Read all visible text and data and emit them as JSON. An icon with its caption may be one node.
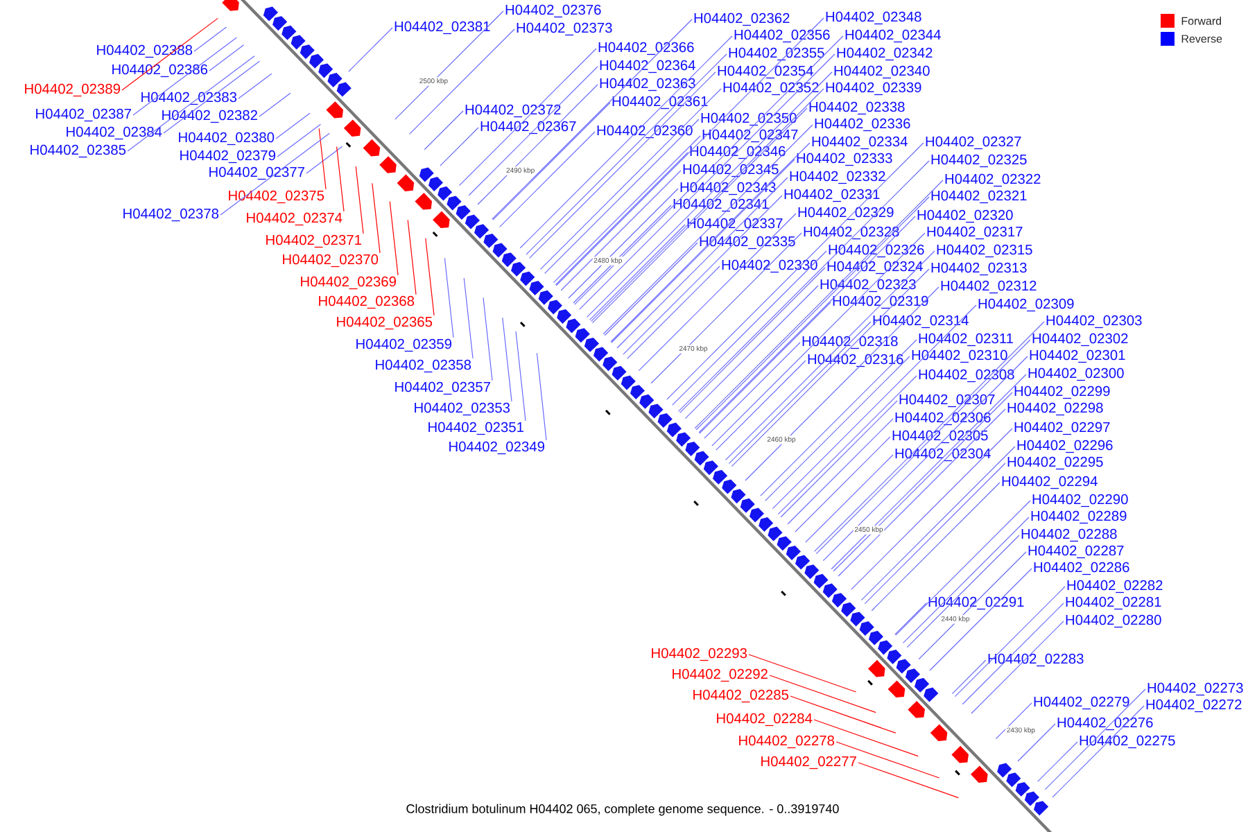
{
  "diagram": {
    "caption": "Clostridium botulinum H04402 065, complete genome sequence. - 0..3919740",
    "nodes": [
      {
        "text": [
          "H04402_02388"
        ]
      },
      {
        "text": [
          "H04402_02386"
        ]
      },
      {
        "text": [
          "H04402_02389"
        ]
      },
      {
        "text": [
          "H04402_02383"
        ]
      },
      {
        "text": [
          "H04402_02387"
        ]
      },
      {
        "text": [
          "H04402_02382"
        ]
      },
      {
        "text": [
          "H04402_02384"
        ]
      },
      {
        "text": [
          "H04402_02380"
        ]
      },
      {
        "text": [
          "H04402_02385"
        ]
      },
      {
        "text": [
          "H04402_02379"
        ]
      },
      {
        "text": [
          "H04402_02377"
        ]
      },
      {
        "text": [
          "H04402_02375"
        ]
      },
      {
        "text": [
          "H04402_02378"
        ]
      },
      {
        "text": [
          "H04402_02374"
        ]
      },
      {
        "text": [
          "H04402_02371"
        ]
      },
      {
        "text": [
          "H04402_02370"
        ]
      },
      {
        "text": [
          "H04402_02369"
        ]
      },
      {
        "text": [
          "H04402_02368"
        ]
      },
      {
        "text": [
          "H04402_02365"
        ]
      },
      {
        "text": [
          "H04402_02359"
        ]
      },
      {
        "text": [
          "H04402_02358"
        ]
      },
      {
        "text": [
          "H04402_02357"
        ]
      },
      {
        "text": [
          "H04402_02353"
        ]
      },
      {
        "text": [
          "H04402_02351"
        ]
      },
      {
        "text": [
          "H04402_02349"
        ]
      },
      {
        "text": [
          "H04402_02376"
        ]
      },
      {
        "text": [
          "H04402_02381"
        ]
      },
      {
        "text": [
          "H04402_02373"
        ]
      },
      {
        "text": [
          "H04402_02362"
        ]
      },
      {
        "text": [
          "H04402_02348"
        ]
      },
      {
        "text": [
          "H04402_02356"
        ]
      },
      {
        "text": [
          "H04402_02344"
        ]
      },
      {
        "text": [
          "H04402_02366"
        ]
      },
      {
        "text": [
          "H04402_02355"
        ]
      },
      {
        "text": [
          "H04402_02342"
        ]
      },
      {
        "text": [
          "H04402_02364"
        ]
      },
      {
        "text": [
          "H04402_02354"
        ]
      },
      {
        "text": [
          "H04402_02340"
        ]
      },
      {
        "text": [
          "H04402_02363"
        ]
      },
      {
        "text": [
          "H04402_02352"
        ]
      },
      {
        "text": [
          "H04402_02339"
        ]
      },
      {
        "text": [
          "H04402_02361"
        ]
      },
      {
        "text": [
          "H04402_02372"
        ]
      },
      {
        "text": [
          "H04402_02338"
        ]
      },
      {
        "text": [
          "H04402_02350"
        ]
      },
      {
        "text": [
          "H04402_02336"
        ]
      },
      {
        "text": [
          "H04402_02367"
        ]
      },
      {
        "text": [
          "H04402_02360"
        ]
      },
      {
        "text": [
          "H04402_02347"
        ]
      },
      {
        "text": [
          "H04402_02334"
        ]
      },
      {
        "text": [
          "H04402_02327"
        ]
      },
      {
        "text": [
          "H04402_02346"
        ]
      },
      {
        "text": [
          "H04402_02333"
        ]
      },
      {
        "text": [
          "H04402_02325"
        ]
      },
      {
        "text": [
          "H04402_02345"
        ]
      },
      {
        "text": [
          "H04402_02332"
        ]
      },
      {
        "text": [
          "H04402_02322"
        ]
      },
      {
        "text": [
          "H04402_02343"
        ]
      },
      {
        "text": [
          "H04402_02331"
        ]
      },
      {
        "text": [
          "H04402_02321"
        ]
      },
      {
        "text": [
          "H04402_02341"
        ]
      },
      {
        "text": [
          "H04402_02329"
        ]
      },
      {
        "text": [
          "H04402_02320"
        ]
      },
      {
        "text": [
          "H04402_02337"
        ]
      },
      {
        "text": [
          "H04402_02328"
        ]
      },
      {
        "text": [
          "H04402_02317"
        ]
      },
      {
        "text": [
          "H04402_02335"
        ]
      },
      {
        "text": [
          "H04402_02326"
        ]
      },
      {
        "text": [
          "H04402_02315"
        ]
      },
      {
        "text": [
          "H04402_02330"
        ]
      },
      {
        "text": [
          "H04402_02324"
        ]
      },
      {
        "text": [
          "H04402_02313"
        ]
      },
      {
        "text": [
          "H04402_02323"
        ]
      },
      {
        "text": [
          "H04402_02312"
        ]
      },
      {
        "text": [
          "H04402_02319"
        ]
      },
      {
        "text": [
          "H04402_02309"
        ]
      },
      {
        "text": [
          "H04402_02314"
        ]
      },
      {
        "text": [
          "H04402_02303"
        ]
      },
      {
        "text": [
          "H04402_02311"
        ]
      },
      {
        "text": [
          "H04402_02302"
        ]
      },
      {
        "text": [
          "H04402_02318"
        ]
      },
      {
        "text": [
          "H04402_02310"
        ]
      },
      {
        "text": [
          "H04402_02301"
        ]
      },
      {
        "text": [
          "H04402_02316"
        ]
      },
      {
        "text": [
          "H04402_02308"
        ]
      },
      {
        "text": [
          "H04402_02300"
        ]
      },
      {
        "text": [
          "H04402_02299"
        ]
      },
      {
        "text": [
          "H04402_02307"
        ]
      },
      {
        "text": [
          "H04402_02298"
        ]
      },
      {
        "text": [
          "H04402_02306"
        ]
      },
      {
        "text": [
          "H04402_02297"
        ]
      },
      {
        "text": [
          "H04402_02305"
        ]
      },
      {
        "text": [
          "H04402_02296"
        ]
      },
      {
        "text": [
          "H04402_02304"
        ]
      },
      {
        "text": [
          "H04402_02295"
        ]
      },
      {
        "text": [
          "H04402_02294"
        ]
      },
      {
        "text": [
          "H04402_02290"
        ]
      },
      {
        "text": [
          "H04402_02289"
        ]
      },
      {
        "text": [
          "H04402_02288"
        ]
      },
      {
        "text": [
          "H04402_02287"
        ]
      },
      {
        "text": [
          "H04402_02286"
        ]
      },
      {
        "text": [
          "H04402_02282"
        ]
      },
      {
        "text": [
          "H04402_02281"
        ]
      },
      {
        "text": [
          "H04402_02291"
        ]
      },
      {
        "text": [
          "H04402_02280"
        ]
      },
      {
        "text": [
          "H04402_02283"
        ]
      },
      {
        "text": [
          "H04402_02273"
        ]
      },
      {
        "text": [
          "H04402_02279"
        ]
      },
      {
        "text": [
          "H04402_02272"
        ]
      },
      {
        "text": [
          "H04402_02276"
        ]
      },
      {
        "text": [
          "H04402_02275"
        ]
      },
      {
        "text": [
          "H04402_02293"
        ]
      },
      {
        "text": [
          "H04402_02292"
        ]
      },
      {
        "text": [
          "H04402_02285"
        ]
      },
      {
        "text": [
          "H04402_02284"
        ]
      },
      {
        "text": [
          "H04402_02278"
        ]
      },
      {
        "text": [
          "H04402_02277"
        ]
      }
    ],
    "edges": [
      {
        "from": 0,
        "to": null,
        "arrow": "none"
      },
      {
        "from": 1,
        "to": null,
        "arrow": "none"
      },
      {
        "from": 2,
        "to": null,
        "arrow": "none",
        "color": "#ff0000"
      },
      {
        "from": 3,
        "to": null,
        "arrow": "none"
      },
      {
        "from": 4,
        "to": null,
        "arrow": "none"
      },
      {
        "from": 5,
        "to": null,
        "arrow": "none"
      },
      {
        "from": 6,
        "to": null,
        "arrow": "none"
      },
      {
        "from": 7,
        "to": null,
        "arrow": "none"
      },
      {
        "from": 8,
        "to": null,
        "arrow": "none"
      },
      {
        "from": 9,
        "to": null,
        "arrow": "none"
      },
      {
        "from": 10,
        "to": null,
        "arrow": "none"
      },
      {
        "from": 11,
        "to": null,
        "arrow": "none",
        "color": "#ff0000"
      },
      {
        "from": 12,
        "to": null,
        "arrow": "none"
      },
      {
        "from": 13,
        "to": null,
        "arrow": "none",
        "color": "#ff0000"
      },
      {
        "from": 14,
        "to": null,
        "arrow": "none",
        "color": "#ff0000"
      },
      {
        "from": 15,
        "to": null,
        "arrow": "none",
        "color": "#ff0000"
      },
      {
        "from": 16,
        "to": null,
        "arrow": "none",
        "color": "#ff0000"
      },
      {
        "from": 17,
        "to": null,
        "arrow": "none",
        "color": "#ff0000"
      },
      {
        "from": 18,
        "to": null,
        "arrow": "none",
        "color": "#ff0000"
      },
      {
        "from": 19,
        "to": null,
        "arrow": "none"
      },
      {
        "from": 20,
        "to": null,
        "arrow": "none"
      },
      {
        "from": 21,
        "to": null,
        "arrow": "none"
      },
      {
        "from": 22,
        "to": null,
        "arrow": "none"
      },
      {
        "from": 23,
        "to": null,
        "arrow": "none"
      },
      {
        "from": 24,
        "to": null,
        "arrow": "none"
      },
      {
        "from": 25,
        "to": null,
        "arrow": "none"
      },
      {
        "from": 26,
        "to": null,
        "arrow": "none"
      },
      {
        "from": 27,
        "to": null,
        "arrow": "none"
      },
      {
        "from": 28,
        "to": null,
        "arrow": "none"
      },
      {
        "from": 29,
        "to": null,
        "arrow": "none"
      },
      {
        "from": 30,
        "to": null,
        "arrow": "none"
      },
      {
        "from": 31,
        "to": null,
        "arrow": "none"
      },
      {
        "from": 32,
        "to": null,
        "arrow": "none"
      },
      {
        "from": 33,
        "to": null,
        "arrow": "none"
      },
      {
        "from": 34,
        "to": null,
        "arrow": "none"
      },
      {
        "from": 35,
        "to": null,
        "arrow": "none"
      },
      {
        "from": 36,
        "to": null,
        "arrow": "none"
      },
      {
        "from": 37,
        "to": null,
        "arrow": "none"
      },
      {
        "from": 38,
        "to": null,
        "arrow": "none"
      },
      {
        "from": 39,
        "to": null,
        "arrow": "none"
      },
      {
        "from": 40,
        "to": null,
        "arrow": "none"
      },
      {
        "from": 41,
        "to": null,
        "arrow": "none"
      },
      {
        "from": 42,
        "to": null,
        "arrow": "none"
      },
      {
        "from": 43,
        "to": null,
        "arrow": "none"
      },
      {
        "from": 44,
        "to": null,
        "arrow": "none"
      },
      {
        "from": 45,
        "to": null,
        "arrow": "none"
      },
      {
        "from": 46,
        "to": null,
        "arrow": "none"
      },
      {
        "from": 47,
        "to": null,
        "arrow": "none"
      },
      {
        "from": 48,
        "to": null,
        "arrow": "none"
      },
      {
        "from": 49,
        "to": null,
        "arrow": "none"
      },
      {
        "from": 50,
        "to": null,
        "arrow": "none"
      },
      {
        "from": 51,
        "to": null,
        "arrow": "none"
      },
      {
        "from": 52,
        "to": null,
        "arrow": "none"
      },
      {
        "from": 53,
        "to": null,
        "arrow": "none"
      },
      {
        "from": 54,
        "to": null,
        "arrow": "none"
      },
      {
        "from": 55,
        "to": null,
        "arrow": "none"
      },
      {
        "from": 56,
        "to": null,
        "arrow": "none"
      },
      {
        "from": 57,
        "to": null,
        "arrow": "none"
      },
      {
        "from": 58,
        "to": null,
        "arrow": "none"
      },
      {
        "from": 59,
        "to": null,
        "arrow": "none"
      },
      {
        "from": 60,
        "to": null,
        "arrow": "none"
      },
      {
        "from": 61,
        "to": null,
        "arrow": "none"
      },
      {
        "from": 62,
        "to": null,
        "arrow": "none"
      },
      {
        "from": 63,
        "to": null,
        "arrow": "none"
      },
      {
        "from": 64,
        "to": null,
        "arrow": "none"
      },
      {
        "from": 65,
        "to": null,
        "arrow": "none"
      },
      {
        "from": 66,
        "to": null,
        "arrow": "none"
      },
      {
        "from": 67,
        "to": null,
        "arrow": "none"
      },
      {
        "from": 68,
        "to": null,
        "arrow": "none"
      },
      {
        "from": 69,
        "to": null,
        "arrow": "none"
      },
      {
        "from": 70,
        "to": null,
        "arrow": "none"
      },
      {
        "from": 71,
        "to": null,
        "arrow": "none"
      },
      {
        "from": 72,
        "to": null,
        "arrow": "none"
      },
      {
        "from": 73,
        "to": null,
        "arrow": "none"
      },
      {
        "from": 74,
        "to": null,
        "arrow": "none"
      },
      {
        "from": 75,
        "to": null,
        "arrow": "none"
      },
      {
        "from": 76,
        "to": null,
        "arrow": "none"
      },
      {
        "from": 77,
        "to": null,
        "arrow": "none"
      },
      {
        "from": 78,
        "to": null,
        "arrow": "none"
      },
      {
        "from": 79,
        "to": null,
        "arrow": "none"
      },
      {
        "from": 80,
        "to": null,
        "arrow": "none"
      },
      {
        "from": 81,
        "to": null,
        "arrow": "none"
      },
      {
        "from": 82,
        "to": null,
        "arrow": "none"
      },
      {
        "from": 83,
        "to": null,
        "arrow": "none"
      },
      {
        "from": 84,
        "to": null,
        "arrow": "none"
      },
      {
        "from": 85,
        "to": null,
        "arrow": "none"
      },
      {
        "from": 86,
        "to": null,
        "arrow": "none"
      },
      {
        "from": 87,
        "to": null,
        "arrow": "none"
      },
      {
        "from": 88,
        "to": null,
        "arrow": "none"
      },
      {
        "from": 89,
        "to": null,
        "arrow": "none"
      },
      {
        "from": 90,
        "to": null,
        "arrow": "none"
      },
      {
        "from": 91,
        "to": null,
        "arrow": "none"
      },
      {
        "from": 92,
        "to": null,
        "arrow": "none"
      },
      {
        "from": 93,
        "to": null,
        "arrow": "none"
      },
      {
        "from": 94,
        "to": null,
        "arrow": "none"
      },
      {
        "from": 95,
        "to": null,
        "arrow": "none"
      },
      {
        "from": 96,
        "to": null,
        "arrow": "none"
      },
      {
        "from": 97,
        "to": null,
        "arrow": "none"
      },
      {
        "from": 98,
        "to": null,
        "arrow": "none"
      },
      {
        "from": 99,
        "to": null,
        "arrow": "none"
      },
      {
        "from": 100,
        "to": null,
        "arrow": "none"
      },
      {
        "from": 101,
        "to": null,
        "arrow": "none"
      },
      {
        "from": 102,
        "to": null,
        "arrow": "none"
      },
      {
        "from": 103,
        "to": null,
        "arrow": "none"
      },
      {
        "from": 104,
        "to": null,
        "arrow": "none"
      },
      {
        "from": 105,
        "to": null,
        "arrow": "none"
      },
      {
        "from": 106,
        "to": null,
        "arrow": "none"
      },
      {
        "from": 107,
        "to": null,
        "arrow": "none"
      },
      {
        "from": 108,
        "to": null,
        "arrow": "none"
      },
      {
        "from": 109,
        "to": null,
        "arrow": "none"
      },
      {
        "from": 110,
        "to": null,
        "arrow": "none"
      },
      {
        "from": 111,
        "to": null,
        "arrow": "none",
        "color": "#ff0000"
      },
      {
        "from": 112,
        "to": null,
        "arrow": "none",
        "color": "#ff0000"
      },
      {
        "from": 113,
        "to": null,
        "arrow": "none",
        "color": "#ff0000"
      },
      {
        "from": 114,
        "to": null,
        "arrow": "none",
        "color": "#ff0000"
      },
      {
        "from": 115,
        "to": null,
        "arrow": "none",
        "color": "#ff0000"
      },
      {
        "from": 116,
        "to": null,
        "arrow": "none",
        "color": "#ff0000"
      }
    ],
    "labels": [
      "2500 kbp",
      "2490 kbp",
      "2480 kbp",
      "2470 kbp",
      "2460 kbp",
      "2450 kbp",
      "2440 kbp",
      "2430 kbp"
    ],
    "legend": [
      {
        "text": "Forward",
        "color": "#ff0000"
      },
      {
        "text": "Reverse",
        "color": "#0000ff"
      }
    ]
  }
}
